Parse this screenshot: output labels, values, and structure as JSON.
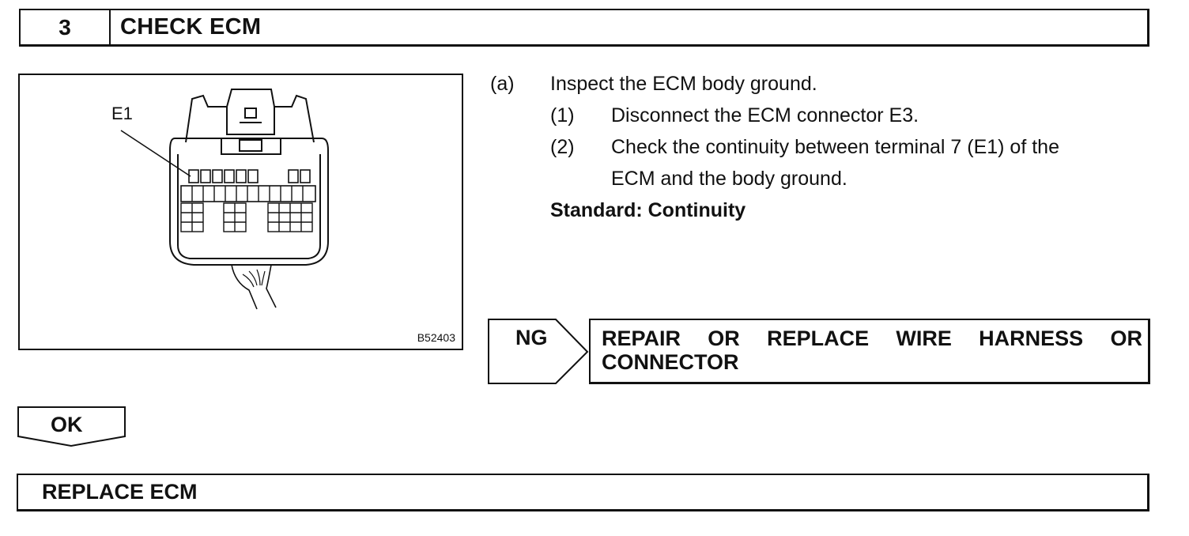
{
  "step": {
    "number": "3",
    "title": "CHECK ECM"
  },
  "figure": {
    "callout": "E1",
    "figure_id": "B52403",
    "icon": "ecm-connector-illustration"
  },
  "instructions": {
    "a_label": "(a)",
    "a_text": "Inspect the ECM body ground.",
    "sub1_label": "(1)",
    "sub1_text": "Disconnect the ECM connector E3.",
    "sub2_label": "(2)",
    "sub2_line1": "Check the continuity between terminal 7 (E1) of the",
    "sub2_line2": "ECM and the body ground.",
    "standard": "Standard: Continuity"
  },
  "ng_branch": {
    "label": "NG",
    "action_words": [
      "REPAIR",
      "OR",
      "REPLACE",
      "WIRE",
      "HARNESS",
      "OR"
    ],
    "action_line2": "CONNECTOR"
  },
  "ok_branch": {
    "label": "OK"
  },
  "result": {
    "text": "REPLACE ECM"
  }
}
